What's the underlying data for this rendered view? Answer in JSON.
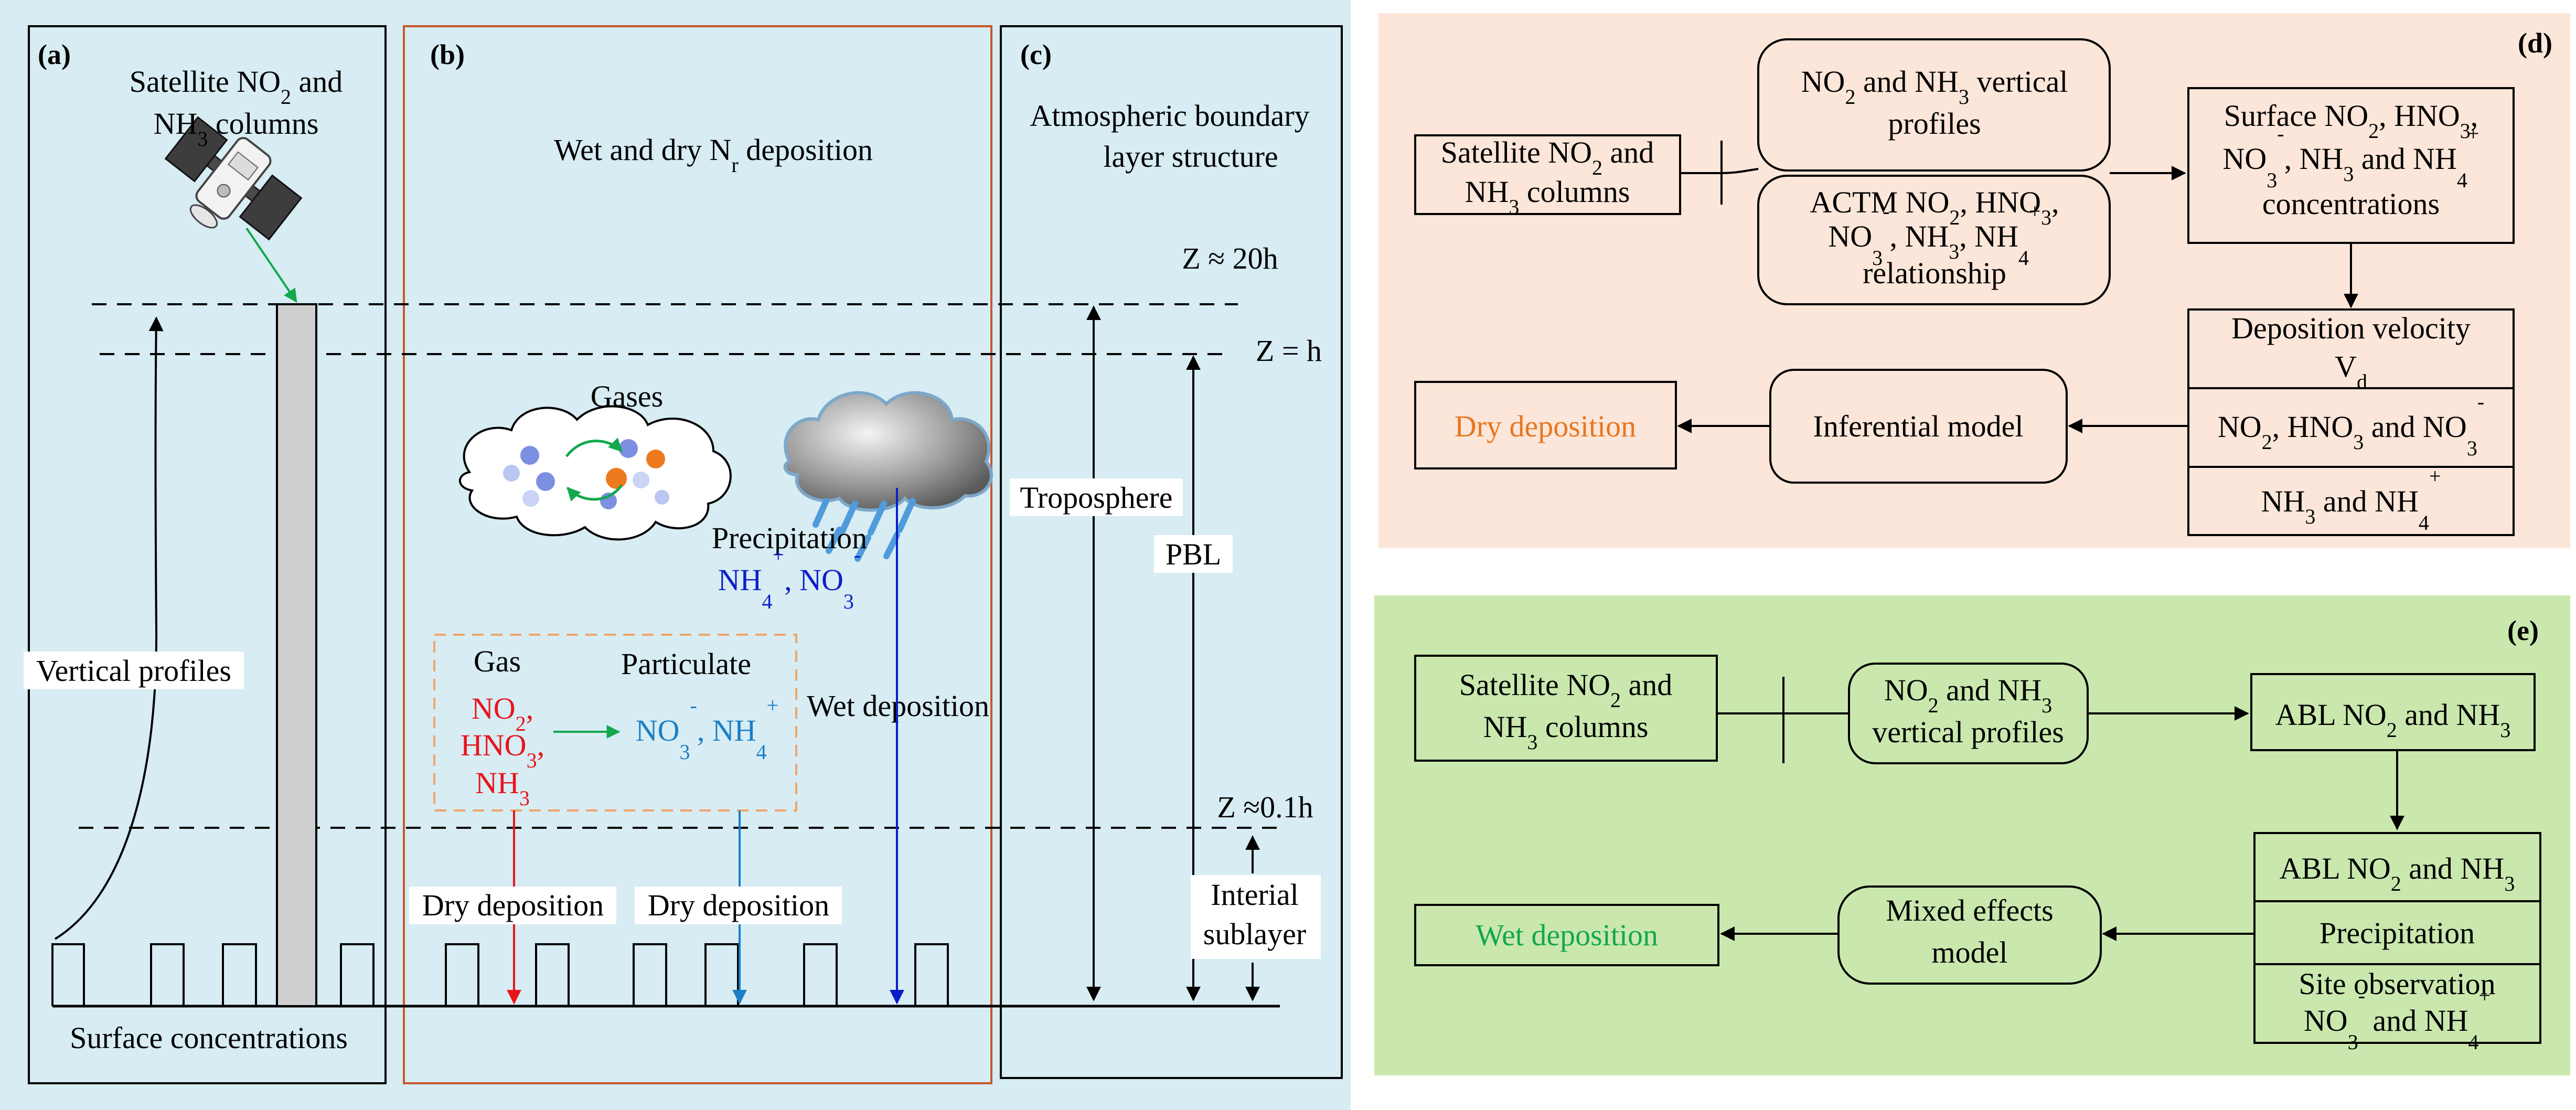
{
  "colors": {
    "left_background": "#d7ecf3",
    "panel_d_background": "#fbe6d9",
    "panel_e_background": "#cae8ae",
    "red": "#e8141b",
    "blue": "#0b1ec9",
    "light_blue": "#1a7fc7",
    "green": "#13a84b",
    "orange": "#e8761f",
    "orange_dashed": "#f0a56a",
    "border_b": "#c9582f"
  },
  "panel_a": {
    "tag": "(a)",
    "satellite_line1": "Satellite NO",
    "satellite_sub1": "2",
    "satellite_line1_end": " and",
    "satellite_line2": "NH",
    "satellite_sub2": "3",
    "satellite_line2_end": " columns",
    "vertical_profiles": "Vertical profiles",
    "surface_concentrations": "Surface concentrations"
  },
  "panel_b": {
    "tag": "(b)",
    "title": "Wet and dry N",
    "title_sub": "r",
    "title_end": " deposition",
    "gases": "Gases",
    "precipitation": "Precipitation",
    "precip_ions_a": "NH",
    "precip_ions_a_sub": "4",
    "precip_ions_a_sup": "+",
    "precip_ions_b": ", NO",
    "precip_ions_b_sub": "3",
    "precip_ions_b_sup": "-",
    "gas": "Gas",
    "particulate": "Particulate",
    "gas_no2": "NO",
    "gas_no2_sub": "2",
    "gas_no2_end": ",",
    "gas_hno3": "HNO",
    "gas_hno3_sub": "3",
    "gas_hno3_end": ",",
    "gas_nh3": "NH",
    "gas_nh3_sub": "3",
    "part_no3": "NO",
    "part_no3_sub": "3",
    "part_no3_sup": "-",
    "part_nh4": ", NH",
    "part_nh4_sub": "4",
    "part_nh4_sup": "+",
    "wet_deposition": "Wet deposition",
    "dry_deposition_1": "Dry deposition",
    "dry_deposition_2": "Dry deposition"
  },
  "panel_c": {
    "tag": "(c)",
    "title_line1": "Atmospheric boundary",
    "title_line2": "layer structure",
    "z_20h": "Z ≈ 20h",
    "z_h": "Z = h",
    "z_01h": "Z ≈0.1h",
    "troposphere": "Troposphere",
    "pbl": "PBL",
    "interial_line1": "Interial",
    "interial_line2": "sublayer"
  },
  "panel_d": {
    "tag": "(d)",
    "satellite_line1": "Satellite NO",
    "satellite_sub1": "2",
    "satellite_line1_end": " and",
    "satellite_line2": "NH",
    "satellite_sub2": "3",
    "satellite_line2_end": " columns",
    "profiles_line1a": "NO",
    "profiles_line1a_sub": "2",
    "profiles_line1b": " and NH",
    "profiles_line1b_sub": "3",
    "profiles_line1c": " vertical",
    "profiles_line2": "profiles",
    "actm_line1a": "ACTM NO",
    "actm_line1a_sub": "2",
    "actm_line1b": ", HNO",
    "actm_line1b_sub": "3",
    "actm_line1c": ",",
    "actm_line2a": "NO",
    "actm_line2a_sub": "3",
    "actm_line2a_sup": "-",
    "actm_line2b": ", NH",
    "actm_line2b_sub": "3",
    "actm_line2c": ", NH",
    "actm_line2c_sub": "4",
    "actm_line2c_sup": "+",
    "actm_line3": "relationship",
    "surface_line1a": "Surface NO",
    "surface_line1a_sub": "2",
    "surface_line1b": ", HNO",
    "surface_line1b_sub": "3",
    "surface_line1c": ",",
    "surface_line2a": "NO",
    "surface_line2a_sub": "3",
    "surface_line2a_sup": "-",
    "surface_line2b": ", NH",
    "surface_line2b_sub": "3",
    "surface_line2c": " and NH",
    "surface_line2c_sub": "4",
    "surface_line2c_sup": "+",
    "surface_line3": "concentrations",
    "vd_line1": "Deposition velocity",
    "vd_line2": "V",
    "vd_line2_sub": "d",
    "vd_row2a": "NO",
    "vd_row2a_sub": "2",
    "vd_row2b": ", HNO",
    "vd_row2b_sub": "3",
    "vd_row2c": " and NO",
    "vd_row2c_sub": "3",
    "vd_row2c_sup": "-",
    "vd_row3a": "NH",
    "vd_row3a_sub": "3",
    "vd_row3b": " and NH",
    "vd_row3b_sub": "4",
    "vd_row3b_sup": "+",
    "inferential_model": "Inferential  model",
    "dry_deposition": "Dry deposition"
  },
  "panel_e": {
    "tag": "(e)",
    "satellite_line1": "Satellite NO",
    "satellite_sub1": "2",
    "satellite_line1_end": " and",
    "satellite_line2": "NH",
    "satellite_sub2": "3",
    "satellite_line2_end": " columns",
    "profiles_line1a": "NO",
    "profiles_line1a_sub": "2",
    "profiles_line1b": " and NH",
    "profiles_line1b_sub": "3",
    "profiles_line2": "vertical profiles",
    "abl_top_a": "ABL NO",
    "abl_top_a_sub": "2",
    "abl_top_b": " and NH",
    "abl_top_b_sub": "3",
    "abl_row1a": "ABL NO",
    "abl_row1a_sub": "2",
    "abl_row1b": " and NH",
    "abl_row1b_sub": "3",
    "abl_row2": "Precipitation",
    "abl_row3_line1": "Site observation",
    "abl_row3_line2a": "NO",
    "abl_row3_line2a_sub": "3",
    "abl_row3_line2a_sup": "-",
    "abl_row3_line2b": " and NH",
    "abl_row3_line2b_sub": "4",
    "abl_row3_line2b_sup": "+",
    "mixed_line1": "Mixed effects",
    "mixed_line2": "model",
    "wet_deposition": "Wet deposition"
  }
}
